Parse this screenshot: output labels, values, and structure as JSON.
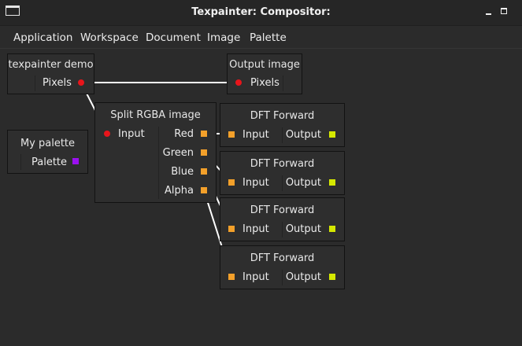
{
  "window": {
    "title": "Texpainter: Compositor:",
    "icon": "window-icon",
    "buttons": [
      "minimize",
      "maximize",
      "close"
    ]
  },
  "menu": {
    "items": [
      "Application",
      "Workspace",
      "Document",
      "Image",
      "Palette"
    ]
  },
  "nodes": {
    "texpainter_demo": {
      "title": "texpainter demo",
      "output": "Pixels"
    },
    "output_image": {
      "title": "Output image",
      "input": "Pixels"
    },
    "split_rgba": {
      "title": "Split RGBA image",
      "input": "Input",
      "outputs": [
        "Red",
        "Green",
        "Blue",
        "Alpha"
      ]
    },
    "my_palette": {
      "title": "My palette",
      "output": "Palette"
    },
    "dft_forward": [
      {
        "title": "DFT Forward",
        "input": "Input",
        "output": "Output"
      },
      {
        "title": "DFT Forward",
        "input": "Input",
        "output": "Output"
      },
      {
        "title": "DFT Forward",
        "input": "Input",
        "output": "Output"
      },
      {
        "title": "DFT Forward",
        "input": "Input",
        "output": "Output"
      }
    ]
  },
  "colors": {
    "pixels_port": "#e8151b",
    "channel_port": "#f3a02a",
    "dft_output_port": "#d5e800",
    "palette_port": "#9b10f0",
    "link": "#ffffff"
  }
}
